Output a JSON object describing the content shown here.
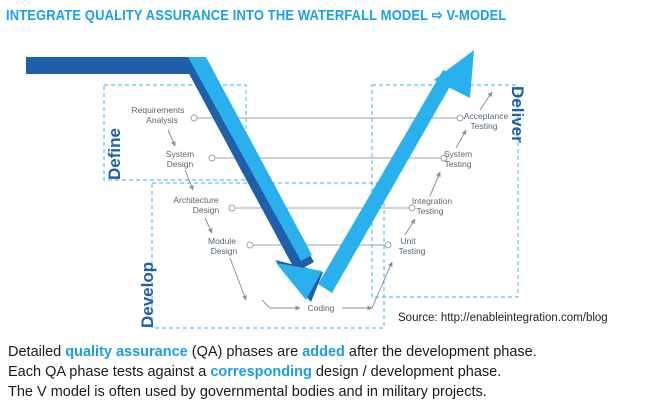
{
  "title": "Integrate Quality Assurance into the Waterfall Model ⇨ V-Model",
  "sections": {
    "define": "Define",
    "develop": "Develop",
    "deliver": "Deliver"
  },
  "phases": {
    "requirements_line1": "Requirements",
    "requirements_line2": "Analysis",
    "system_design_line1": "System",
    "system_design_line2": "Design",
    "architecture_line1": "Architecture",
    "architecture_line2": "Design",
    "module_line1": "Module",
    "module_line2": "Design",
    "coding": "Coding",
    "unit_line1": "Unit",
    "unit_line2": "Testing",
    "integration_line1": "Integration",
    "integration_line2": "Testing",
    "system_testing_line1": "System",
    "system_testing_line2": "Testing",
    "acceptance_line1": "Acceptance",
    "acceptance_line2": "Testing"
  },
  "source": "Source: http://enableintegration.com/blog",
  "description": {
    "line1": {
      "p1": "Detailed ",
      "h1": "quality assurance",
      "p2": " (QA) phases are ",
      "h2": "added",
      "p3": " after the development phase."
    },
    "line2": {
      "p1": "Each QA phase tests against a ",
      "h1": "corresponding",
      "p2": " design / development phase."
    },
    "line3": "The V model is often used by governmental bodies and in military projects."
  },
  "colors": {
    "title": "#1aa0e8",
    "dark_blue": "#1f5faa",
    "light_blue": "#2bb0ee",
    "highlight": "#1a9ee6",
    "dashed_box": "#5bc3ef",
    "connector": "#9aa3ad"
  }
}
